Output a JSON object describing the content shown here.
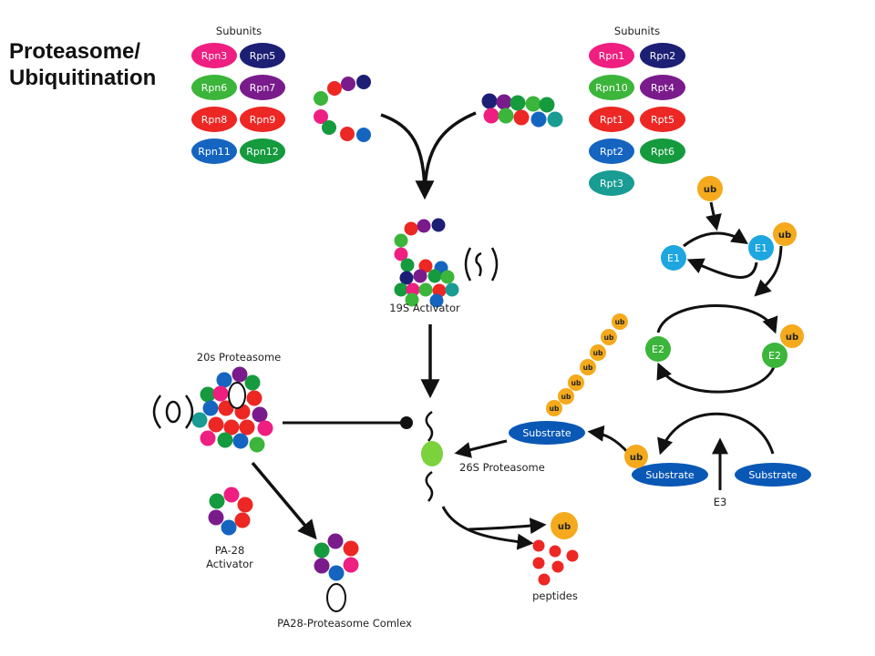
{
  "title": "Proteasome/\nUbiquitination",
  "colors": {
    "pink": "#ee1f80",
    "navy": "#1d1f75",
    "green": "#3bb53a",
    "purple": "#7a1b8c",
    "red": "#ed2724",
    "blue": "#1565c0",
    "darkgreen": "#159a3e",
    "teal": "#189c93",
    "cyan": "#1ea6e0",
    "orange": "#f4aa1c",
    "substrate": "#0a58b6",
    "lightgreen": "#7bd23c"
  },
  "subunits_left": {
    "title": "Subunits",
    "items": [
      {
        "label": "Rpn3",
        "color": "pink"
      },
      {
        "label": "Rpn5",
        "color": "navy"
      },
      {
        "label": "Rpn6",
        "color": "green"
      },
      {
        "label": "Rpn7",
        "color": "purple"
      },
      {
        "label": "Rpn8",
        "color": "red"
      },
      {
        "label": "Rpn9",
        "color": "red"
      },
      {
        "label": "Rpn11",
        "color": "blue"
      },
      {
        "label": "Rpn12",
        "color": "darkgreen"
      }
    ]
  },
  "subunits_right": {
    "title": "Subunits",
    "items": [
      {
        "label": "Rpn1",
        "color": "pink"
      },
      {
        "label": "Rpn2",
        "color": "navy"
      },
      {
        "label": "Rpn10",
        "color": "green"
      },
      {
        "label": "Rpt4",
        "color": "purple"
      },
      {
        "label": "Rpt1",
        "color": "red"
      },
      {
        "label": "Rpt5",
        "color": "red"
      },
      {
        "label": "Rpt2",
        "color": "blue"
      },
      {
        "label": "Rpt6",
        "color": "darkgreen"
      },
      {
        "label": "Rpt3",
        "color": "teal"
      }
    ]
  },
  "labels": {
    "activator_19s": "19S Activator",
    "proteasome_20s": "20s Proteasome",
    "proteasome_26s": "26S Proteasome",
    "pa28_line1": "PA-28",
    "pa28_line2": "Activator",
    "pa28_complex": "PA28-Proteasome Comlex",
    "peptides": "peptides",
    "e3": "E3"
  },
  "ubiquitin": {
    "label": "ub"
  },
  "enzymes": {
    "e1": "E1",
    "e2": "E2"
  },
  "substrate": {
    "label": "Substrate"
  }
}
